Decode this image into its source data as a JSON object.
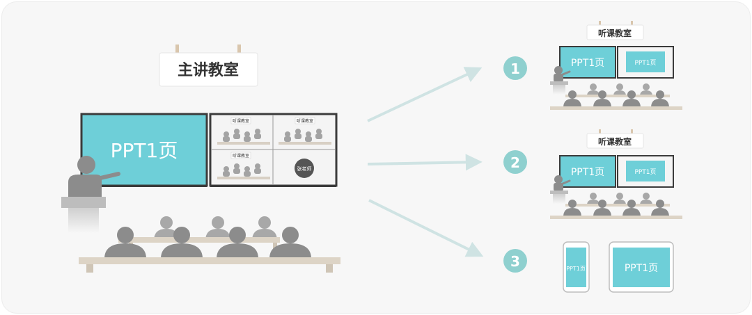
{
  "main_room": {
    "sign": "主讲教室",
    "board_text": "PPT1页",
    "panel_labels": [
      "听课教室",
      "听课教室",
      "听课教室"
    ],
    "panel_avatar_text": "张老师"
  },
  "targets": [
    {
      "number": "1",
      "sign": "听课教室",
      "board_left": "PPT1页",
      "board_right": "PPT1页"
    },
    {
      "number": "2",
      "sign": "听课教室",
      "board_left": "PPT1页",
      "board_right": "PPT1页"
    },
    {
      "number": "3",
      "phone_text": "PPT1页",
      "tablet_text": "PPT1页"
    }
  ],
  "colors": {
    "accent": "#6ecfd8",
    "badge": "#8fd0cf",
    "arrow": "#cfe3e3",
    "figure": "#8c8c8c",
    "desk": "#d8d0c4"
  }
}
